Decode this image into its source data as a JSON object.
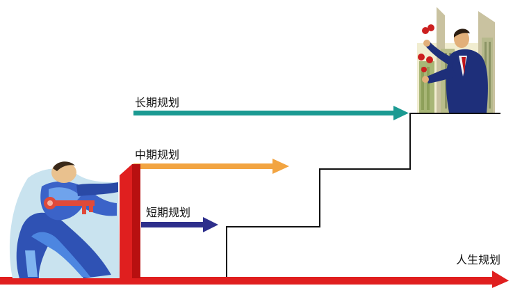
{
  "labels": {
    "long_term": "长期规划",
    "mid_term": "中期规划",
    "short_term": "短期规划",
    "life": "人生规划"
  },
  "colors": {
    "long_arrow": "#1b9a92",
    "mid_arrow": "#f2a441",
    "short_arrow": "#2e2f8c",
    "life_arrow": "#e01f1f",
    "door": "#e01f1f",
    "steps": "#111111"
  },
  "icons": {
    "left_figure": "person-pushing-door-with-key-icon",
    "right_figure": "businessman-juggling-with-city-skyline-icon"
  }
}
